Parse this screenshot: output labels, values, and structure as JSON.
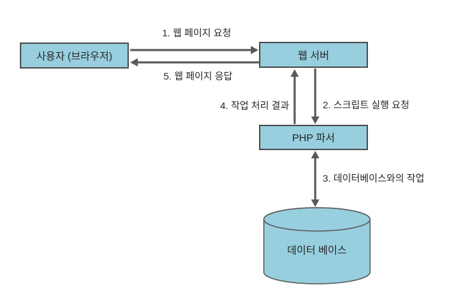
{
  "diagram": {
    "title": "PHP web request flow diagram",
    "colors": {
      "node_fill": "#97CFDF",
      "node_border": "#4f4f4f",
      "arrow": "#595959",
      "text": "#262626",
      "background": "#ffffff"
    },
    "nodes": {
      "user": {
        "label": "사용자 (브라우저)"
      },
      "web_server": {
        "label": "웹 서버"
      },
      "php_parser": {
        "label": "PHP 파서"
      },
      "database": {
        "label": "데이터 베이스"
      }
    },
    "edges": {
      "request": {
        "label": "1. 웹 페이지 요청",
        "from": "user",
        "to": "web_server"
      },
      "script_exec": {
        "label": "2. 스크립트 실행 요청",
        "from": "web_server",
        "to": "php_parser"
      },
      "db_work": {
        "label": "3. 데이터베이스와의 작업",
        "from": "php_parser",
        "to": "database",
        "bidirectional": true
      },
      "result": {
        "label": "4. 작업 처리 결과",
        "from": "php_parser",
        "to": "web_server"
      },
      "response": {
        "label": "5. 웹 페이지 응답",
        "from": "web_server",
        "to": "user"
      }
    }
  }
}
